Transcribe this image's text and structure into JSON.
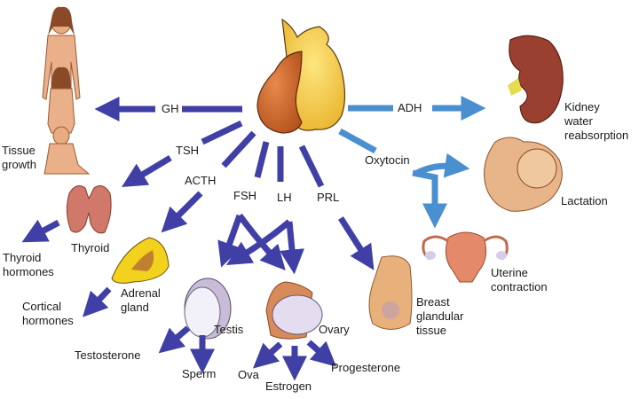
{
  "diagram": {
    "title": "Pituitary gland hormones and target organs",
    "colors": {
      "anterior_arrow": "#3f3fa6",
      "posterior_arrow": "#4a90d0",
      "anterior_lobe": "#c8642a",
      "posterior_lobe": "#f2c53a"
    },
    "center": {
      "name": "Pituitary gland",
      "icon": "pituitary-gland-icon"
    },
    "hormones": {
      "gh": "GH",
      "tsh": "TSH",
      "acth": "ACTH",
      "fsh": "FSH",
      "lh": "LH",
      "prl": "PRL",
      "adh": "ADH",
      "oxytocin": "Oxytocin"
    },
    "targets": {
      "tissue_growth": "Tissue\ngrowth",
      "thyroid": "Thyroid",
      "thyroid_hormones": "Thyroid\nhormones",
      "adrenal_gland": "Adrenal\ngland",
      "cortical_hormones": "Cortical\nhormones",
      "testis": "Testis",
      "testosterone": "Testosterone",
      "sperm": "Sperm",
      "ovary": "Ovary",
      "ova": "Ova",
      "estrogen": "Estrogen",
      "progesterone": "Progesterone",
      "breast": "Breast\nglandular\ntissue",
      "kidney": "Kidney\nwater\nreabsorption",
      "lactation": "Lactation",
      "uterine": "Uterine\ncontraction"
    }
  }
}
